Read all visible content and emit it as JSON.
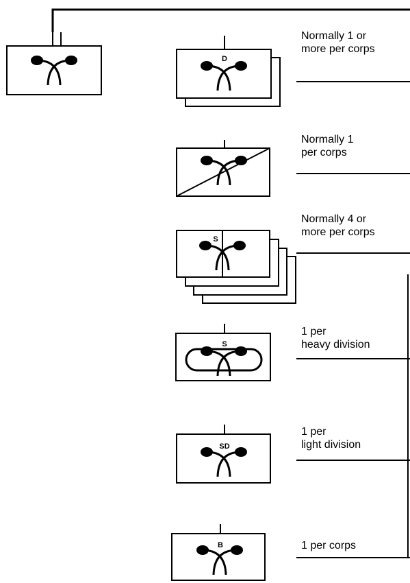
{
  "units": [
    {
      "id": "corps-hq",
      "symbol": "engineer",
      "letter": "",
      "size_mark": "II"
    },
    {
      "id": "divisional",
      "symbol": "engineer",
      "letter": "D",
      "size_mark": "I",
      "stacked": 2,
      "label": [
        "Normally 1 or",
        "more per corps"
      ]
    },
    {
      "id": "diagonal",
      "symbol": "engineer-diagonal",
      "letter": "",
      "size_mark": "I",
      "label": [
        "Normally 1",
        "per corps"
      ]
    },
    {
      "id": "split",
      "symbol": "engineer-split",
      "letter": "S",
      "size_mark": "I",
      "stacked": 4,
      "label": [
        "Normally 4 or",
        "more per corps"
      ]
    },
    {
      "id": "heavy",
      "symbol": "engineer-tracked",
      "letter": "S",
      "size_mark": "I",
      "label": [
        "1 per",
        "heavy division"
      ]
    },
    {
      "id": "light",
      "symbol": "engineer",
      "letter": "SD",
      "size_mark": "I",
      "label": [
        "1 per",
        "light division"
      ]
    },
    {
      "id": "bridge",
      "symbol": "engineer",
      "letter": "B",
      "size_mark": "I",
      "label": [
        "1 per corps"
      ]
    }
  ]
}
